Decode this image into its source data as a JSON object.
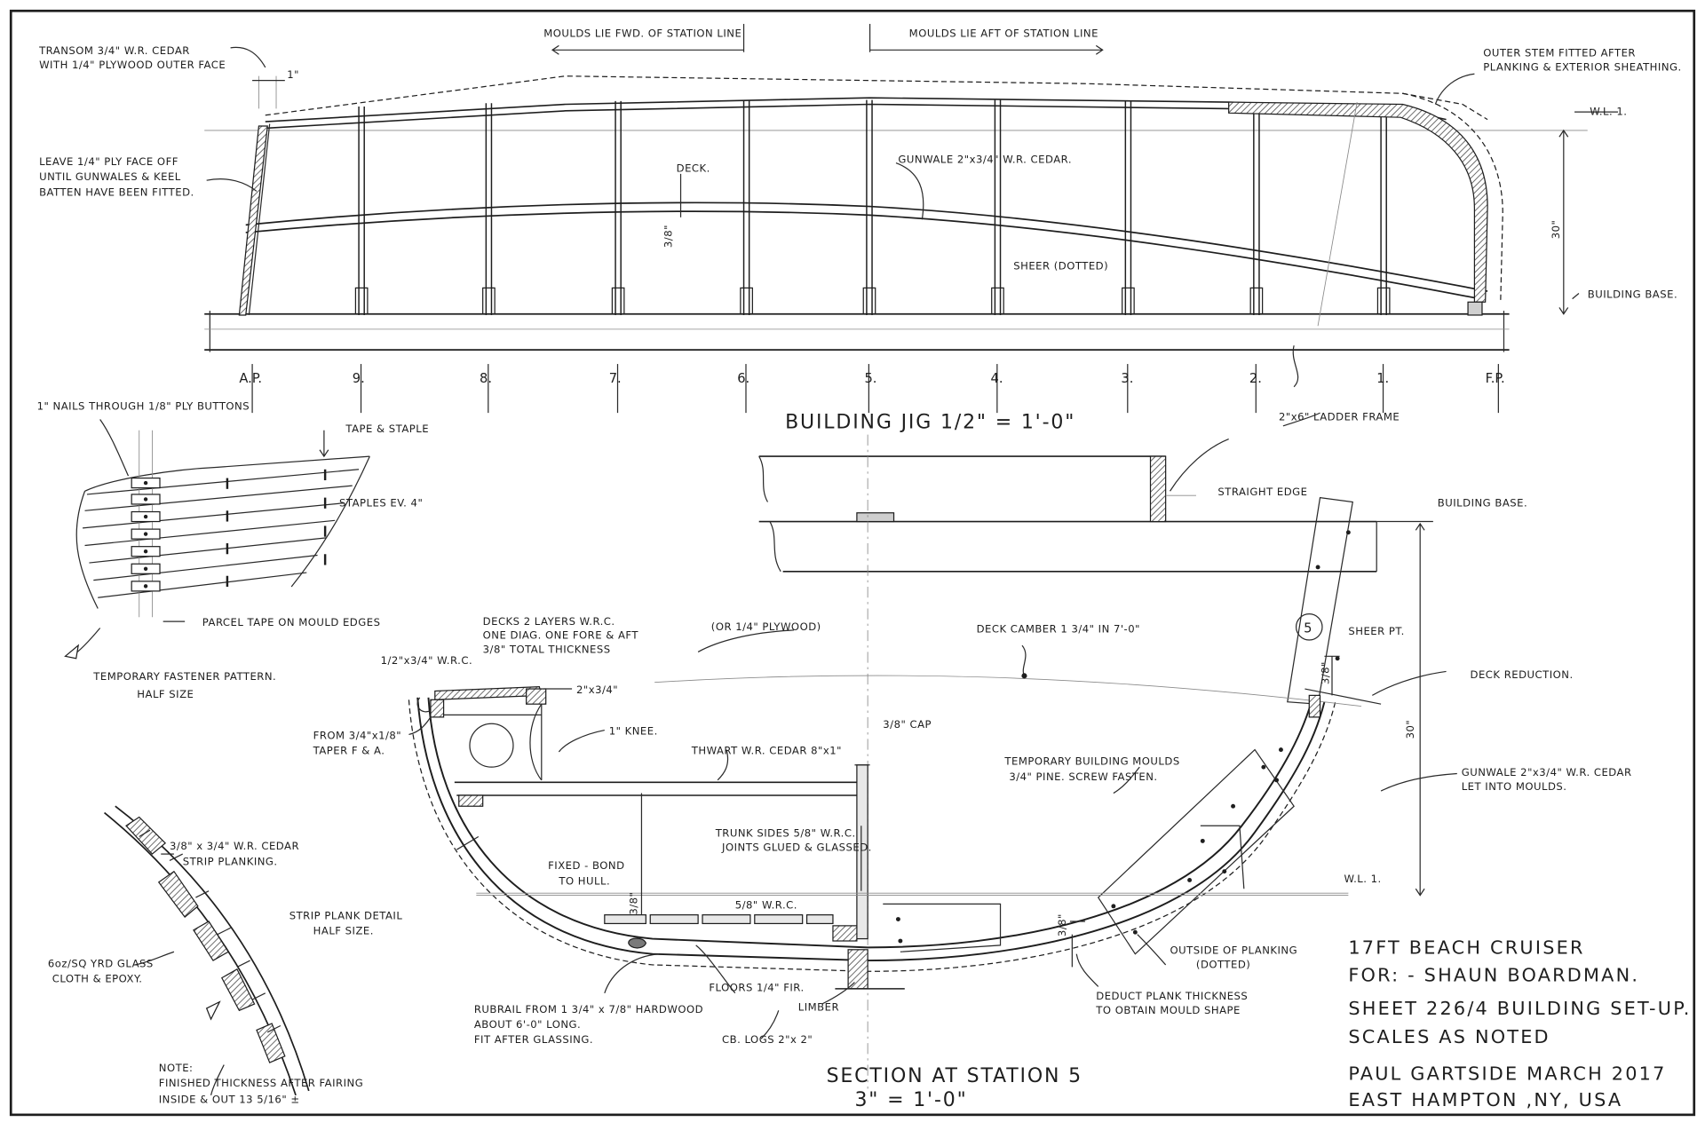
{
  "sheet_labels": {
    "moulds_fwd": "MOULDS LIE FWD. OF STATION LINE",
    "moulds_aft": "MOULDS LIE AFT OF STATION LINE",
    "transom_note_1": "TRANSOM 3/4\" W.R. CEDAR",
    "transom_note_2": "WITH 1/4\" PLYWOOD OUTER FACE",
    "ply_face_1": "LEAVE 1/4\" PLY FACE OFF",
    "ply_face_2": "UNTIL GUNWALES & KEEL",
    "ply_face_3": "BATTEN HAVE BEEN FITTED.",
    "transom_dim": "1\"",
    "deck": "DECK.",
    "deck_dim": "3/8\"",
    "gunwale": "GUNWALE 2\"x3/4\" W.R. CEDAR.",
    "sheer_dotted": "SHEER (DOTTED)",
    "outer_stem_1": "OUTER STEM FITTED AFTER",
    "outer_stem_2": "PLANKING & EXTERIOR SHEATHING.",
    "wl1_top": "W.L. 1.",
    "height_30": "30\"",
    "building_base_top": "BUILDING BASE.",
    "ladder_frame": "2\"x6\" LADDER FRAME",
    "building_jig": "BUILDING JIG 1/2\" = 1'-0\"",
    "stations": [
      "A.P.",
      "9.",
      "8.",
      "7.",
      "6.",
      "5.",
      "4.",
      "3.",
      "2.",
      "1.",
      "F.P."
    ],
    "nails_note": "1\" NAILS THROUGH 1/8\" PLY BUTTONS",
    "tape_staple": "TAPE & STAPLE",
    "staples": "STAPLES EV. 4\"",
    "parcel_tape": "PARCEL TAPE ON MOULD EDGES",
    "fastener_1": "TEMPORARY FASTENER PATTERN.",
    "fastener_2": "HALF SIZE",
    "straight_edge": "STRAIGHT EDGE",
    "building_base_mid": "BUILDING BASE.",
    "decks_1": "DECKS 2 LAYERS W.R.C.",
    "decks_2": "ONE DIAG. ONE FORE & AFT",
    "decks_3": "3/8\" TOTAL THICKNESS",
    "decks_alt": "(OR 1/4\" PLYWOOD)",
    "coaming": "1/2\"x3/4\" W.R.C.",
    "carline": "2\"x3/4\"",
    "from_taper_1": "FROM 3/4\"x1/8\"",
    "from_taper_2": "TAPER F & A.",
    "knee": "1\" KNEE.",
    "cap": "3/8\" CAP",
    "thwart": "THWART W.R. CEDAR 8\"x1\"",
    "deck_camber": "DECK CAMBER 1 3/4\" IN 7'-0\"",
    "sheer_pt": "SHEER PT.",
    "deck_reduction": "DECK REDUCTION.",
    "deck_red_dim": "3/8\"",
    "height_30_section": "30\"",
    "temp_moulds_1": "TEMPORARY BUILDING MOULDS",
    "temp_moulds_2": "3/4\" PINE. SCREW FASTEN.",
    "gunwale_let_1": "GUNWALE 2\"x3/4\" W.R. CEDAR",
    "gunwale_let_2": "LET INTO MOULDS.",
    "trunk_1": "TRUNK SIDES 5/8\" W.R.C.",
    "trunk_2": "JOINTS GLUED & GLASSED.",
    "fixed_1": "FIXED - BOND",
    "fixed_2": "TO HULL.",
    "plank_dim_side": "3/8\"",
    "floor_dim": "3/8\"",
    "floors_wrc": "5/8\" W.R.C.",
    "wl1_section": "W.L. 1.",
    "bottom_dim": "3/8\"",
    "outside_planking_1": "OUTSIDE OF PLANKING",
    "outside_planking_2": "(DOTTED)",
    "strip_1": "3/8\" x 3/4\" W.R. CEDAR",
    "strip_2": "STRIP PLANKING.",
    "strip_detail_1": "STRIP PLANK DETAIL",
    "strip_detail_2": "HALF SIZE.",
    "glass_1": "6oz/SQ YRD GLASS",
    "glass_2": "CLOTH & EPOXY.",
    "rubrail_1": "RUBRAIL FROM 1 3/4\" x 7/8\" HARDWOOD",
    "rubrail_2": "ABOUT 6'-0\" LONG.",
    "rubrail_3": "FIT AFTER GLASSING.",
    "floors_fir": "FLOORS 1/4\" FIR.",
    "limber": "LIMBER",
    "cb_logs": "CB. LOGS 2\"x 2\"",
    "deduct_1": "DEDUCT PLANK THICKNESS",
    "deduct_2": "TO OBTAIN MOULD SHAPE",
    "note_1": "NOTE:",
    "note_2": "FINISHED THICKNESS AFTER FAIRING",
    "note_3": "INSIDE & OUT 13 5/16\" ±",
    "section_1": "SECTION AT STATION 5",
    "section_2": "3\" = 1'-0\"",
    "station_tag": "5"
  },
  "title_block": {
    "line1": "17FT BEACH CRUISER",
    "line2": "FOR: - SHAUN BOARDMAN.",
    "line3": "SHEET 226/4 BUILDING SET-UP.",
    "line4": "SCALES AS NOTED",
    "line5": "PAUL GARTSIDE MARCH 2017",
    "line6": "EAST HAMPTON ,NY, USA"
  },
  "colors": {
    "ink": "#1e1e1e",
    "paper": "#ffffff",
    "hatch": "#6a6a6a"
  }
}
